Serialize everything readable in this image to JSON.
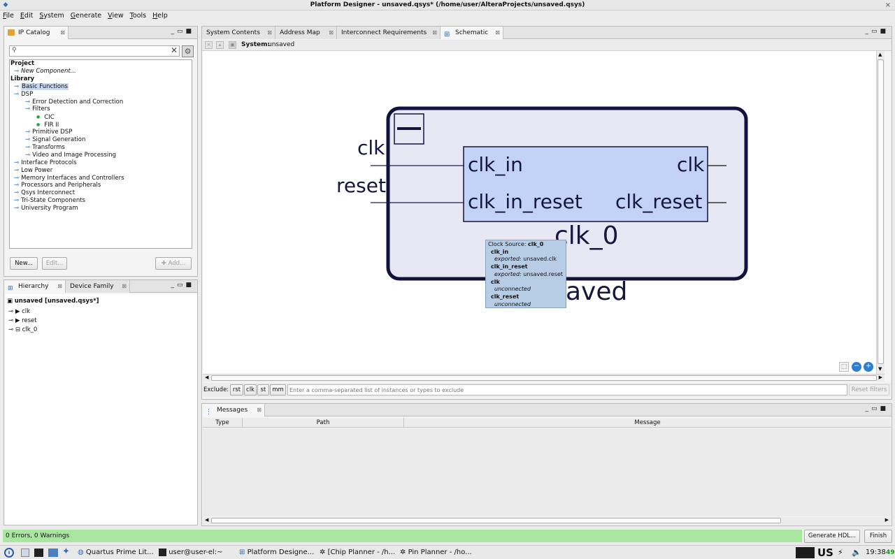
{
  "window": {
    "title": "Platform Designer - unsaved.qsys* (/home/user/AlteraProjects/unsaved.qsys)",
    "close_glyph": "×"
  },
  "menu": [
    "File",
    "Edit",
    "System",
    "Generate",
    "View",
    "Tools",
    "Help"
  ],
  "ip_catalog": {
    "tab_label": "IP Catalog",
    "search_value": "",
    "tree": [
      {
        "label": "Project",
        "level": 0,
        "bold": true
      },
      {
        "label": "New Component...",
        "level": 1,
        "italic": true
      },
      {
        "label": "Library",
        "level": 0,
        "bold": true
      },
      {
        "label": "Basic Functions",
        "level": 1,
        "selected": true
      },
      {
        "label": "DSP",
        "level": 1
      },
      {
        "label": "Error Detection and Correction",
        "level": 2
      },
      {
        "label": "Filters",
        "level": 2
      },
      {
        "label": "CIC",
        "level": 3,
        "leaf": true
      },
      {
        "label": "FIR II",
        "level": 3,
        "leaf": true
      },
      {
        "label": "Primitive DSP",
        "level": 2
      },
      {
        "label": "Signal Generation",
        "level": 2
      },
      {
        "label": "Transforms",
        "level": 2
      },
      {
        "label": "Video and Image Processing",
        "level": 2
      },
      {
        "label": "Interface Protocols",
        "level": 1
      },
      {
        "label": "Low Power",
        "level": 1
      },
      {
        "label": "Memory Interfaces and Controllers",
        "level": 1
      },
      {
        "label": "Processors and Peripherals",
        "level": 1
      },
      {
        "label": "Qsys Interconnect",
        "level": 1
      },
      {
        "label": "Tri-State Components",
        "level": 1
      },
      {
        "label": "University Program",
        "level": 1
      }
    ],
    "new_button": "New...",
    "edit_button": "Edit...",
    "add_button": "Add..."
  },
  "hierarchy": {
    "tab_label": "Hierarchy",
    "other_tab": "Device Family",
    "root": "unsaved [unsaved.qsys*]",
    "items": [
      "clk",
      "reset",
      "clk_0"
    ]
  },
  "main_tabs": [
    {
      "label": "System Contents"
    },
    {
      "label": "Address Map"
    },
    {
      "label": "Interconnect Requirements"
    },
    {
      "label": "Schematic",
      "active": true
    }
  ],
  "schematic": {
    "system_label": "System:",
    "system_value": "unsaved",
    "ext_clk": "clk",
    "ext_reset": "reset",
    "port_clk_in": "clk_in",
    "port_clk_in_reset": "clk_in_reset",
    "port_clk_out": "clk",
    "port_clk_reset": "clk_reset",
    "instance_name": "clk_0",
    "system_name_partial": "aved",
    "collapse_glyph": "—",
    "block_color": "#c3d3f7",
    "frame_color": "#12123d"
  },
  "tooltip": {
    "title_prefix": "Clock Source: ",
    "title_name": "clk_0",
    "lines": [
      {
        "label": "clk_in",
        "type": "h"
      },
      {
        "label": "exported:",
        "value": "unsaved.clk",
        "type": "i"
      },
      {
        "label": "clk_in_reset",
        "type": "h"
      },
      {
        "label": "exported:",
        "value": "unsaved.reset",
        "type": "i"
      },
      {
        "label": "clk",
        "type": "h"
      },
      {
        "label": "unconnected",
        "type": "i"
      },
      {
        "label": "clk_reset",
        "type": "h"
      },
      {
        "label": "unconnected",
        "type": "i"
      }
    ]
  },
  "filter_bar": {
    "exclude_label": "Exclude:",
    "buttons": [
      "rst",
      "clk",
      "st",
      "mm"
    ],
    "placeholder": "Enter a comma-separated list of instances or types to exclude",
    "reset_button": "Reset filters"
  },
  "messages": {
    "tab_label": "Messages",
    "columns": [
      "Type",
      "Path",
      "Message"
    ]
  },
  "status": {
    "text": "0 Errors, 0 Warnings",
    "generate_button": "Generate HDL...",
    "finish_button": "Finish"
  },
  "taskbar": {
    "items": [
      "Quartus Prime Lit...",
      "user@user-el:~",
      "Platform Designe...",
      "[Chip Planner - /h...",
      "Pin Planner - /ho..."
    ],
    "keyboard": "US",
    "clock": "19:38",
    "battery": "49"
  },
  "colors": {
    "status_ok": "#a9e7a1",
    "selection": "#c9daf0",
    "tooltip_bg": "#b7cde6"
  }
}
